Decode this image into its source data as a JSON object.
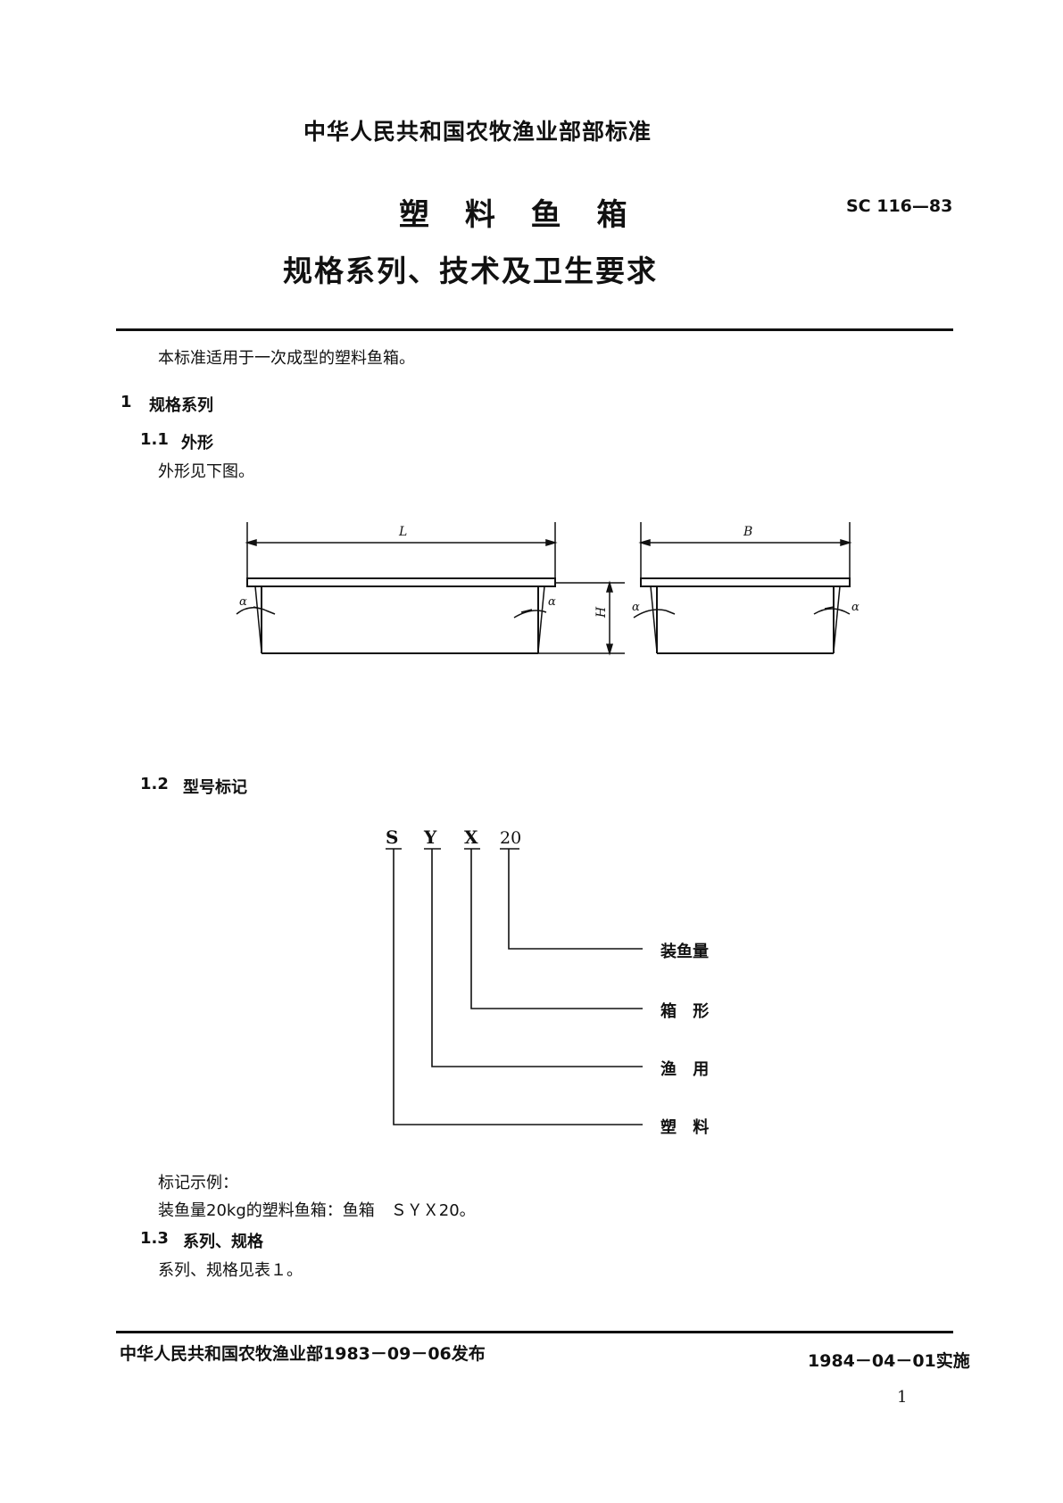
{
  "header": {
    "standard_body": "中华人民共和国农牧渔业部部标准",
    "title": "塑 料 鱼 箱",
    "subtitle": "规格系列、技术及卫生要求",
    "code": "SC 116—83"
  },
  "intro": "本标准适用于一次成型的塑料鱼箱。",
  "sections": {
    "s1": {
      "num": "1",
      "title": "规格系列"
    },
    "s1_1": {
      "num": "1.1",
      "title": "外形",
      "text": "外形见下图。"
    },
    "s1_2": {
      "num": "1.2",
      "title": "型号标记"
    },
    "s1_3": {
      "num": "1.3",
      "title": "系列、规格",
      "text": "系列、规格见表１。"
    }
  },
  "figure": {
    "dims": {
      "length": "L",
      "width": "B",
      "height": "H",
      "angle": "α"
    }
  },
  "marking": {
    "code_letters": [
      "S",
      "Y",
      "X",
      "20"
    ],
    "meanings": [
      "装鱼量",
      "箱 形",
      "渔 用",
      "塑 料"
    ]
  },
  "example": {
    "label": "标记示例：",
    "text": "装鱼量20kg的塑料鱼箱：鱼箱　ＳＹＸ20。"
  },
  "footer": {
    "issued": "中华人民共和国农牧渔业部1983－09－06发布",
    "effective": "1984－04－01实施",
    "page": "1"
  }
}
